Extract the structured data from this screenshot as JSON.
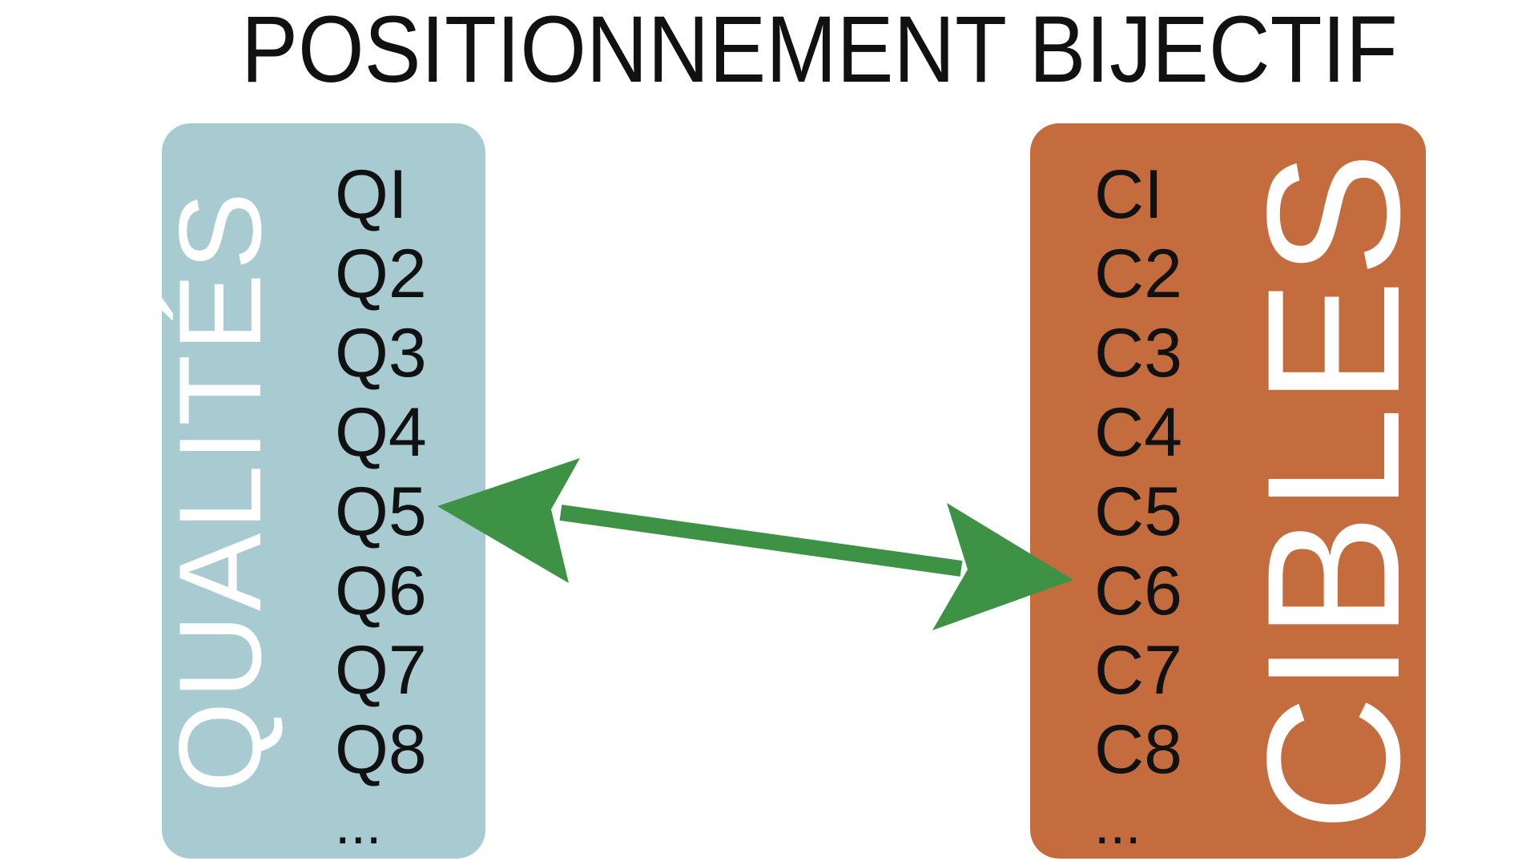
{
  "title": "POSITIONNEMENT BIJECTIF",
  "left_panel": {
    "label": "QUALITÉS",
    "color": "#a8cbd1",
    "items": [
      "QI",
      "Q2",
      "Q3",
      "Q4",
      "Q5",
      "Q6",
      "Q7",
      "Q8",
      "..."
    ]
  },
  "right_panel": {
    "label": "CIBLES",
    "color": "#c46c3e",
    "items": [
      "CI",
      "C2",
      "C3",
      "C4",
      "C5",
      "C6",
      "C7",
      "C8",
      "..."
    ]
  },
  "arrow": {
    "from": "Q5",
    "to": "C6",
    "color": "#3e9246"
  }
}
